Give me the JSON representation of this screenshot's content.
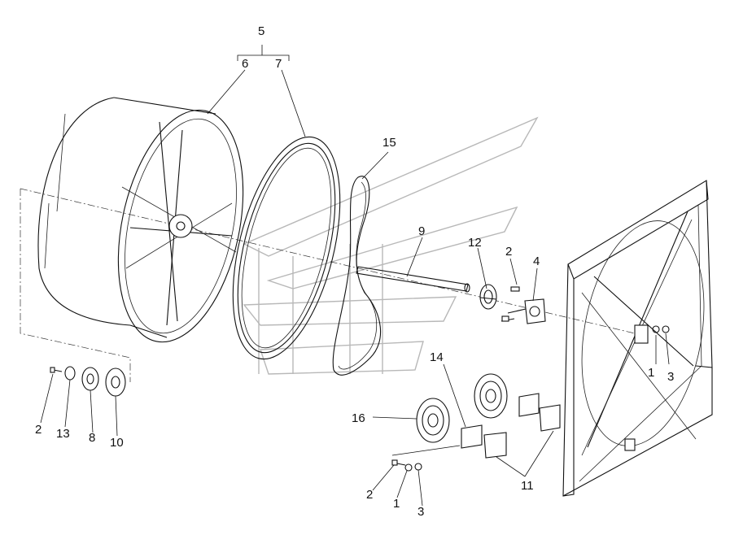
{
  "callouts": {
    "c5": "5",
    "c6": "6",
    "c7": "7",
    "c15": "15",
    "c9": "9",
    "c12": "12",
    "c2a": "2",
    "c4": "4",
    "c1a": "1",
    "c3a": "3",
    "c14": "14",
    "c16": "16",
    "c11": "11",
    "c2b": "2",
    "c1b": "1",
    "c3b": "3",
    "c2c": "2",
    "c13": "13",
    "c8": "8",
    "c10": "10"
  },
  "colors": {
    "line": "#111111",
    "watermark": "#b8b8b8",
    "background": "#ffffff"
  }
}
